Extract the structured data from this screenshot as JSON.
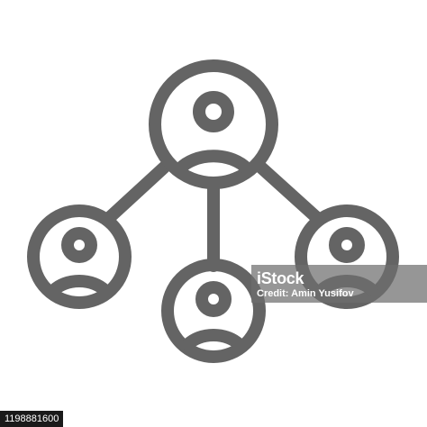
{
  "icon": {
    "name": "team-network-icon",
    "stroke_color": "#646464",
    "background": "#ffffff"
  },
  "watermark": {
    "logo": "iStock",
    "credit": "Credit: Amin Yusifov"
  },
  "footer": {
    "image_id": "1198881600"
  }
}
